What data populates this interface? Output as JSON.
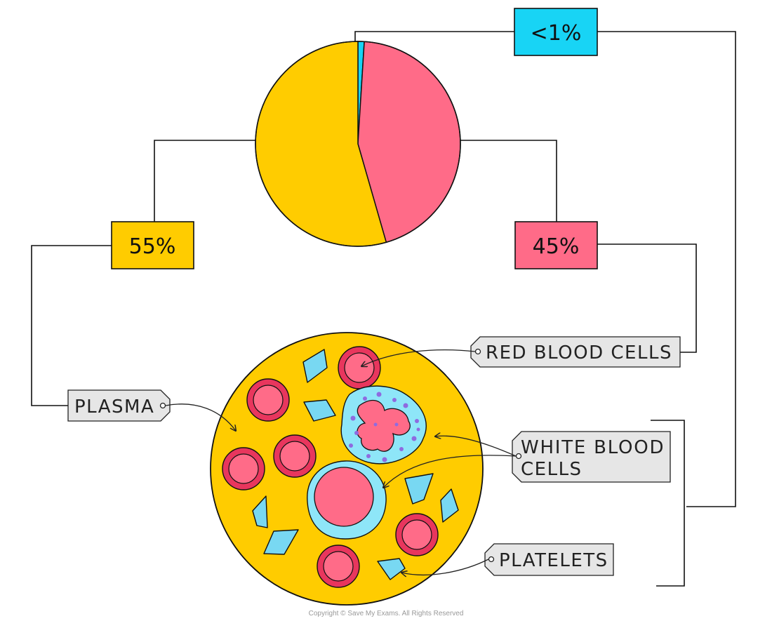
{
  "chart_data": {
    "type": "pie",
    "categories": [
      "Plasma",
      "Red blood cells",
      "White blood cells and platelets"
    ],
    "values": [
      55,
      45,
      1
    ]
  },
  "colors": {
    "plasma": "#FFCC00",
    "red_cells": "#FF6B88",
    "wbc_platelets": "#18D4F5",
    "cell_rim": "#E8365D",
    "platelet": "#78D8F2",
    "nucleus_dots": "#8E6BE0",
    "label_bg": "#E6E6E6"
  },
  "percentages": {
    "plasma": "55%",
    "red_cells": "45%",
    "wbc_platelets": "<1%"
  },
  "labels": {
    "red_blood_cells": "RED BLOOD CELLS",
    "plasma": "PLASMA",
    "white_blood_cells_line1": "WHITE BLOOD",
    "white_blood_cells_line2": "CELLS",
    "platelets": "PLATELETS"
  },
  "footer": {
    "copyright": "Copyright © Save My Exams. All Rights Reserved"
  }
}
